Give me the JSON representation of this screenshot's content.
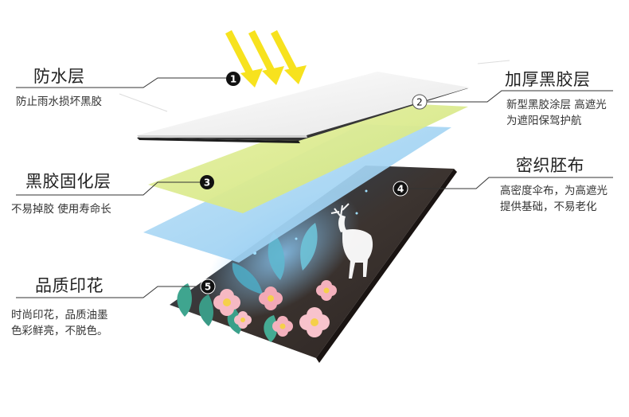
{
  "layers": [
    {
      "num": "1",
      "title": "防水层",
      "desc": [
        "防止雨水损坏黑胶"
      ]
    },
    {
      "num": "2",
      "title": "加厚黑胶层",
      "desc": [
        "新型黑胶涂层 高遮光",
        "为遮阳保驾护航"
      ]
    },
    {
      "num": "3",
      "title": "黑胶固化层",
      "desc": [
        "不易掉胶 使用寿命长"
      ]
    },
    {
      "num": "4",
      "title": "密织胚布",
      "desc": [
        "高密度伞布，为高遮光",
        "提供基础，不易老化"
      ]
    },
    {
      "num": "5",
      "title": "品质印花",
      "desc": [
        "时尚印花，品质油墨",
        "色彩鲜亮，不脱色。"
      ]
    }
  ],
  "colors": {
    "sun_arrows": "#f7e21e",
    "waterproof_layer": "#f3f3f3",
    "black_glue_layer": "#3b3b3b",
    "cure_layer": "#d9ea86",
    "fabric_layer": "#9fd2f3",
    "print_layer_base": "#3a2e2c",
    "leader_line": "#333333",
    "badge_dark": "#111111",
    "badge_light": "#ffffff"
  },
  "icons": [
    "sun-ray-arrow-icon",
    "deer-icon",
    "flower-icon",
    "leaf-icon"
  ]
}
